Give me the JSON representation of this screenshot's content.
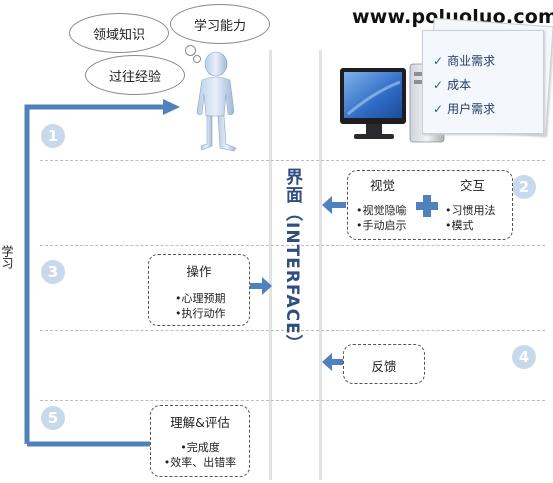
{
  "watermark": "www.poluoluo.com",
  "bubbles": {
    "domain_knowledge": "领域知识",
    "learning_ability": "学习能力",
    "past_experience": "过往经验"
  },
  "side_label": "学习",
  "interface_title": "界面（INTERFACE）",
  "requirements": [
    "商业需求",
    "成本",
    "用户需求"
  ],
  "steps": [
    "1",
    "2",
    "3",
    "4",
    "5"
  ],
  "visual_box": {
    "title_visual": "视觉",
    "title_interaction": "交互",
    "visual_items": [
      "•视觉隐喻",
      "•手动启示"
    ],
    "interaction_items": [
      "•习惯用法",
      "•模式"
    ]
  },
  "operation_box": {
    "title": "操作",
    "items": [
      "•心理预期",
      "•执行动作"
    ]
  },
  "feedback_box": {
    "title": "反馈"
  },
  "evaluation_box": {
    "title": "理解&评估",
    "items": [
      "•完成度",
      "•效率、出错率"
    ]
  },
  "colors": {
    "accent": "#4f81bd",
    "step_circle": "#c9d9ec",
    "title": "#2e4e7e"
  }
}
